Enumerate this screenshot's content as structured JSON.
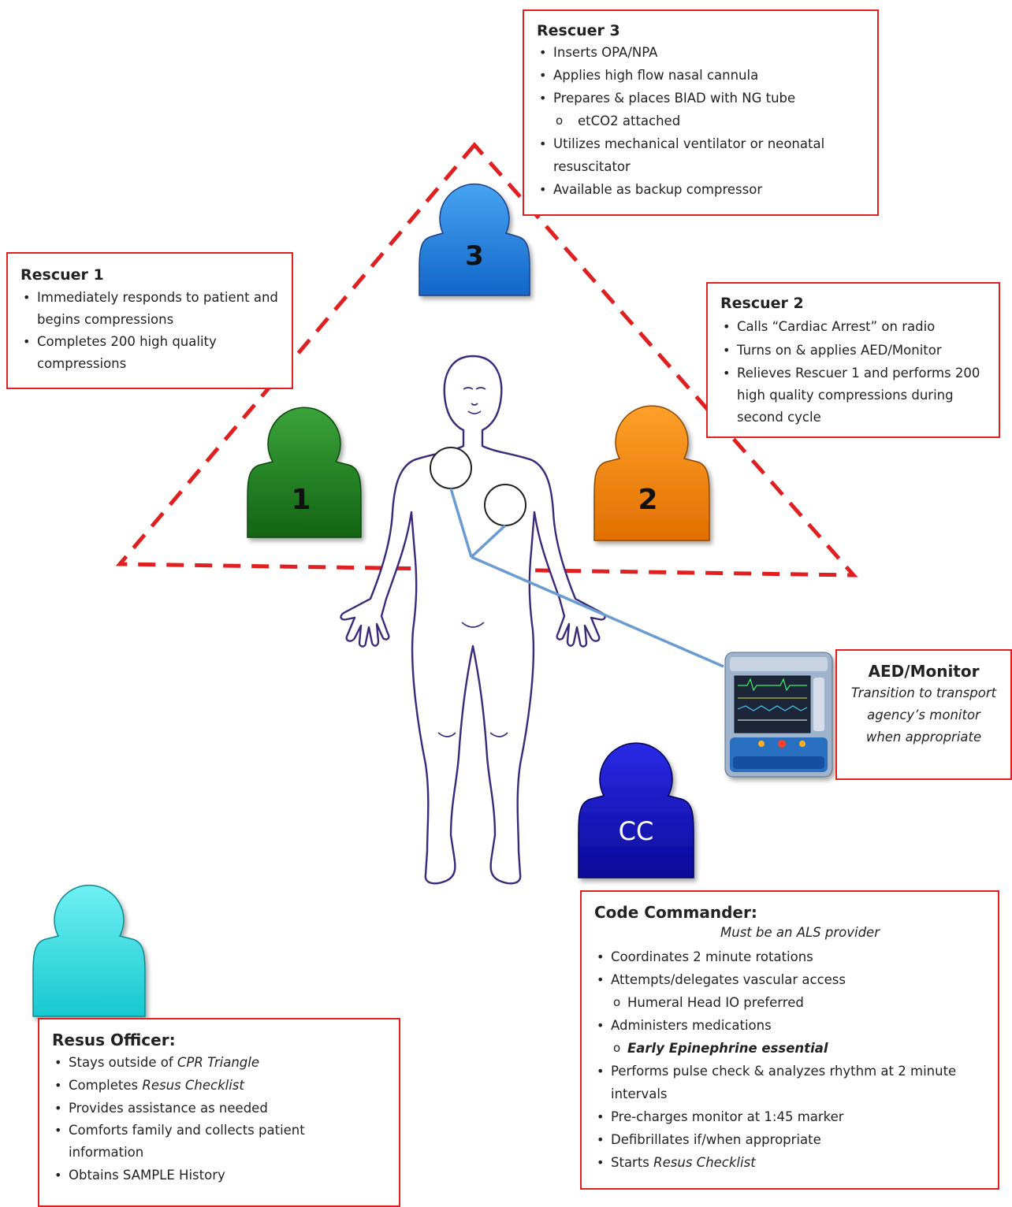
{
  "rescuer3": {
    "title": "Rescuer 3",
    "items": [
      "Inserts OPA/NPA",
      "Applies high flow nasal cannula",
      "Prepares & places BIAD with NG tube",
      "etCO2 attached",
      "Utilizes mechanical ventilator or neonatal resuscitator",
      "Available as backup compressor"
    ]
  },
  "rescuer1": {
    "title": "Rescuer 1",
    "items": [
      "Immediately responds to patient and begins compressions",
      "Completes 200 high quality compressions"
    ]
  },
  "rescuer2": {
    "title": "Rescuer 2",
    "items": [
      "Calls “Cardiac Arrest” on radio",
      "Turns on & applies AED/Monitor",
      "Relieves Rescuer 1 and performs 200 high quality compressions during second cycle"
    ]
  },
  "aed": {
    "title": "AED/Monitor",
    "note": "Transition to transport agency’s monitor when appropriate"
  },
  "commander": {
    "title": "Code Commander:",
    "subtitle": "Must be an ALS provider",
    "items": [
      "Coordinates 2 minute rotations",
      "Attempts/delegates vascular access",
      "Humeral Head IO preferred",
      "Administers  medications",
      "Early Epinephrine essential",
      "Performs pulse check & analyzes rhythm at 2 minute intervals",
      "Pre-charges monitor at 1:45 marker",
      "Defibrillates if/when appropriate",
      "Starts ",
      "Resus Checklist"
    ]
  },
  "resus": {
    "title": "Resus Officer:",
    "items": [
      "Stays outside of ",
      "CPR Triangle",
      "Completes ",
      "Resus Checklist",
      "Provides assistance as needed",
      "Comforts family and collects patient information",
      "Obtains SAMPLE History"
    ]
  },
  "figures": {
    "f1": "1",
    "f2": "2",
    "f3": "3",
    "fcc": "CC"
  },
  "colors": {
    "border": "#e02020",
    "rescuer1": "#1f8a1f",
    "rescuer2": "#ff8c00",
    "rescuer3": "#1e88e5",
    "commander": "#1a1acc",
    "resus": "#33e0e6",
    "cable": "#6a9bd1"
  }
}
